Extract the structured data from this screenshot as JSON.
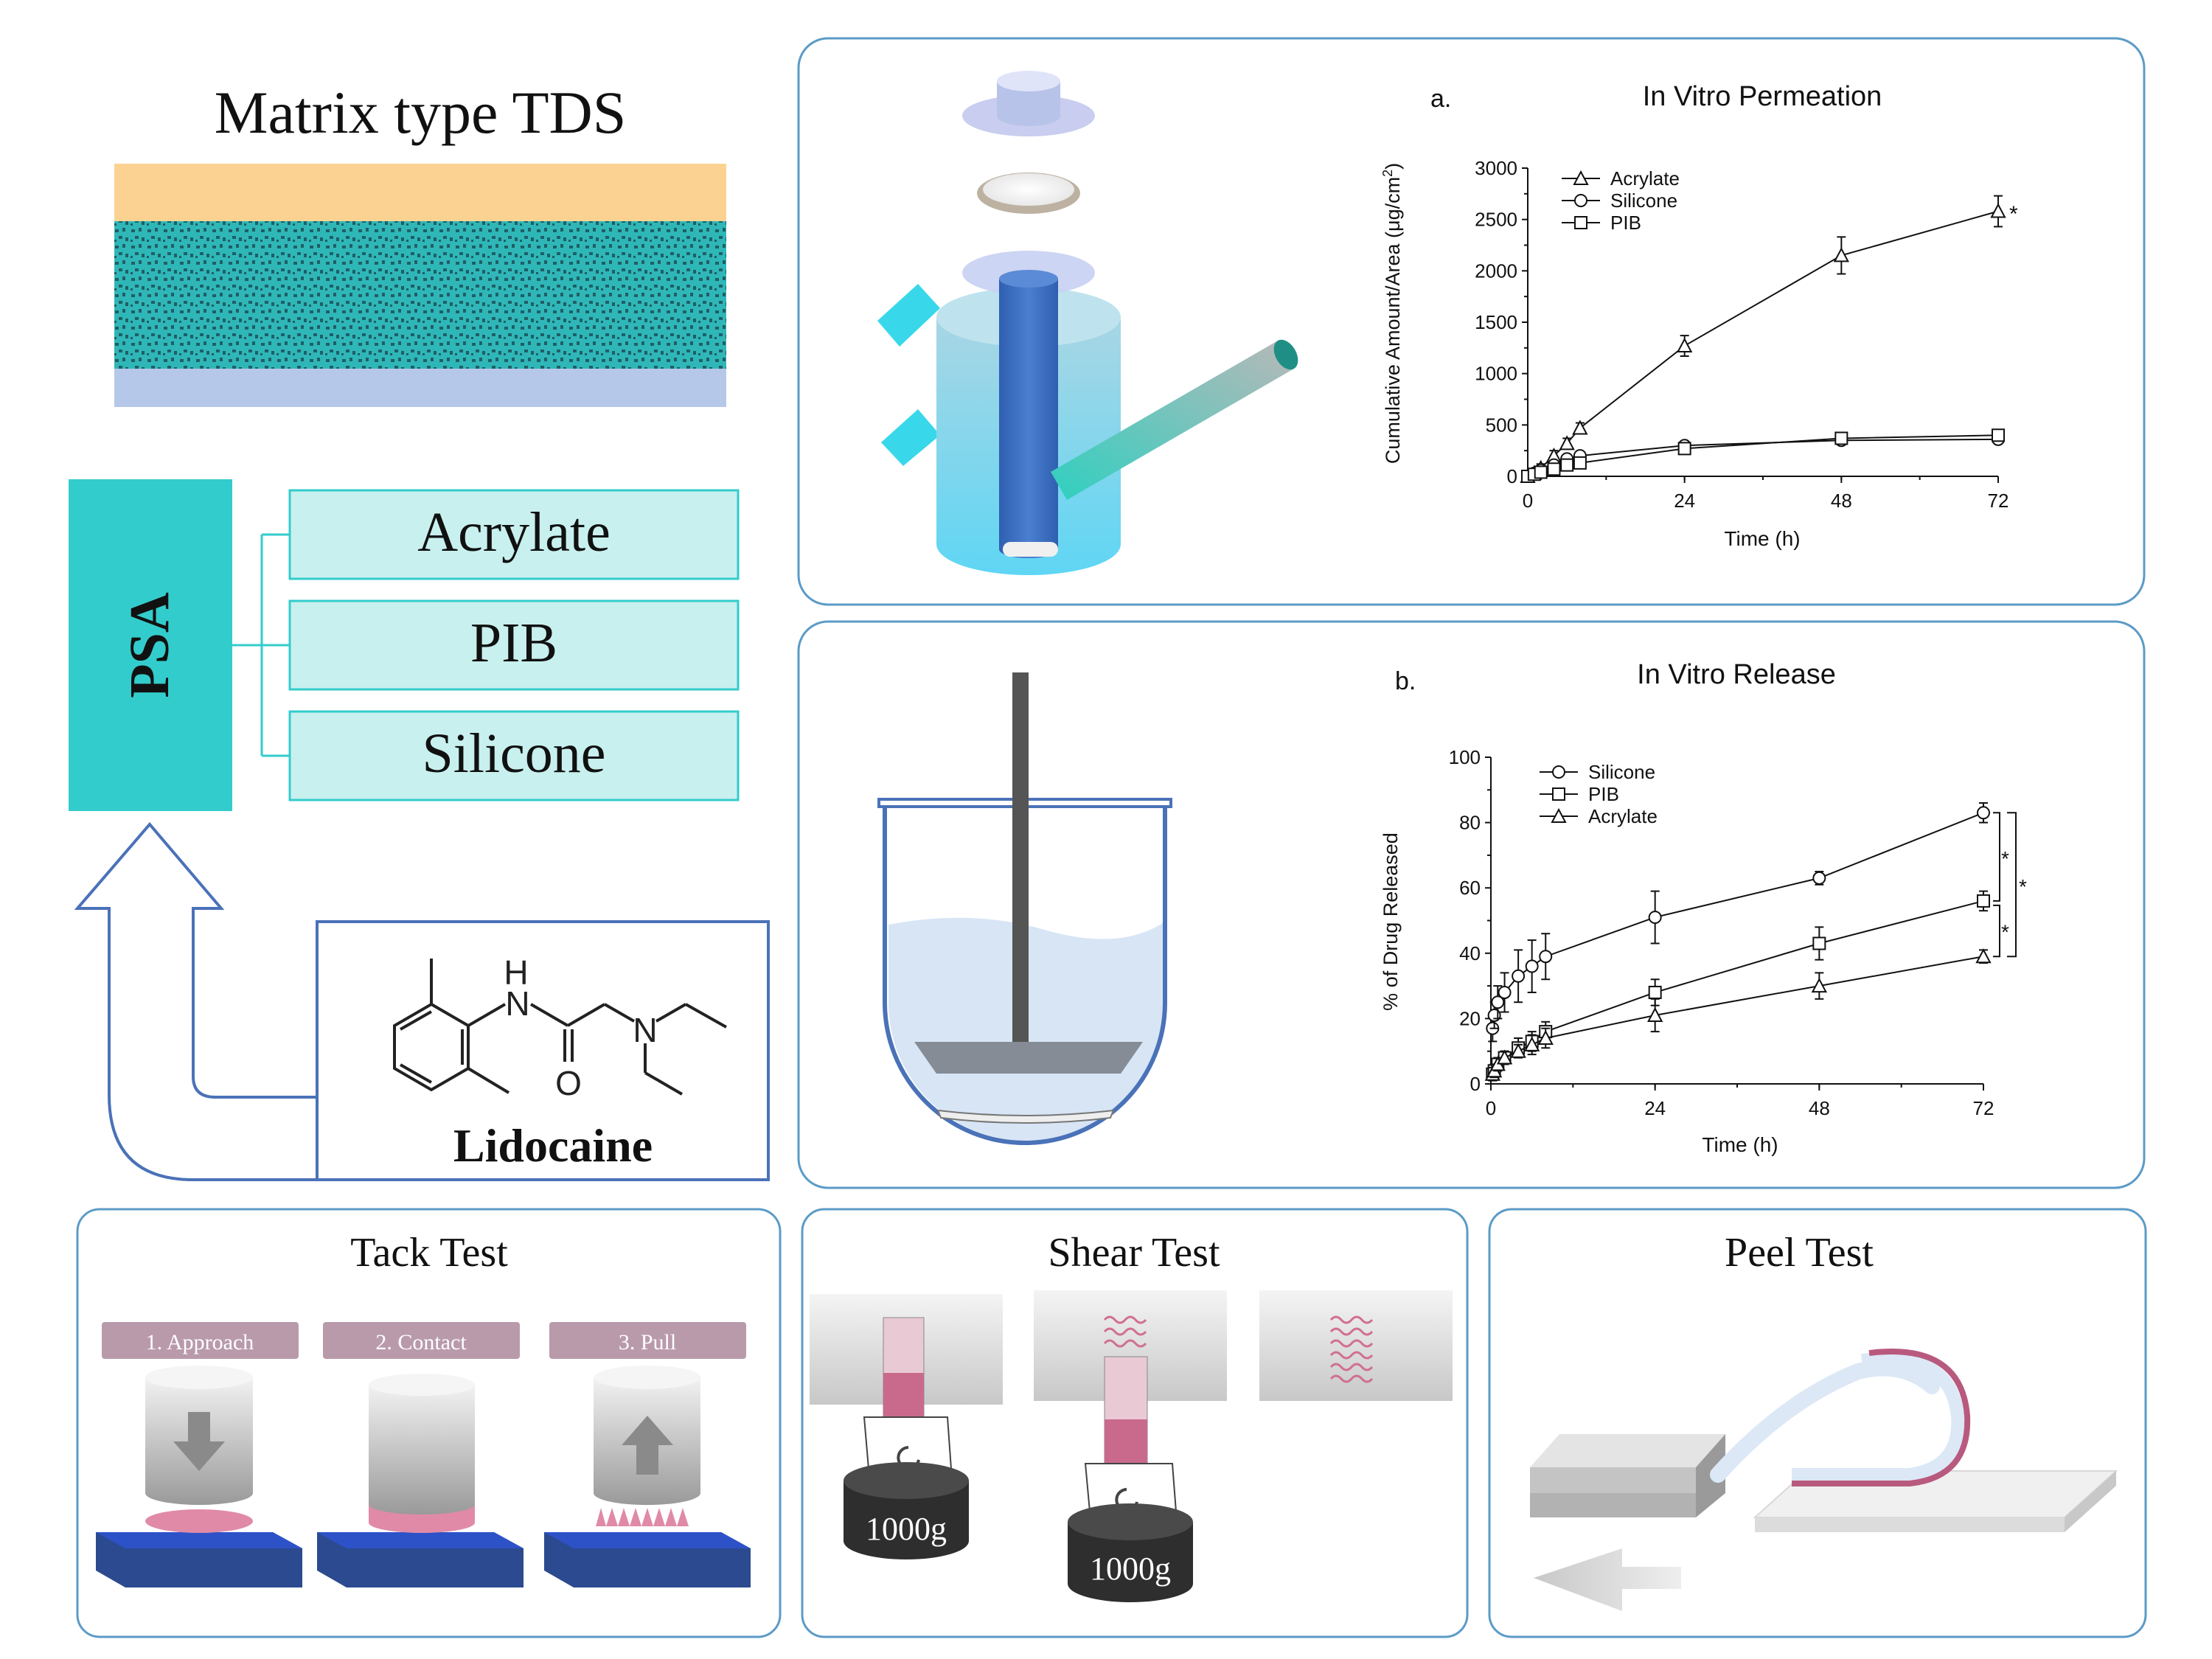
{
  "matrix": {
    "title": "Matrix type TDS",
    "colors": {
      "backing": "#fcd293",
      "matrix": "#2fb7b8",
      "liner": "#b6c8ea"
    }
  },
  "psa": {
    "label": "PSA",
    "options": [
      "Acrylate",
      "PIB",
      "Silicone"
    ],
    "colors": {
      "box": "#33cccc",
      "option_fill": "#c8f0ee",
      "option_border": "#33cccc"
    }
  },
  "lidocaine": {
    "name": "Lidocaine",
    "atoms": {
      "nh_h": "H",
      "nh_n": "N",
      "amine_n": "N",
      "oxygen": "O"
    }
  },
  "arrow_color": "#4a72b8",
  "permeation": {
    "panel_letter": "a.",
    "chart_data": {
      "type": "line",
      "title": "In Vitro Permeation",
      "xlabel": "Time (h)",
      "ylabel_main": "Cumulative Amount/Area (",
      "ylabel_unit": "μg/cm",
      "ylabel_sup": "2",
      "ylabel_end": ")",
      "xlim": [
        0,
        72
      ],
      "ylim": [
        0,
        3000
      ],
      "xticks": [
        0,
        24,
        48,
        72
      ],
      "yticks": [
        0,
        500,
        1000,
        1500,
        2000,
        2500,
        3000
      ],
      "legend_position": "top-left",
      "series": [
        {
          "name": "Acrylate",
          "marker": "triangle",
          "x": [
            0,
            1,
            2,
            4,
            6,
            8,
            24,
            48,
            72
          ],
          "y": [
            0,
            30,
            80,
            200,
            320,
            470,
            1270,
            2150,
            2580
          ],
          "err": [
            30,
            40,
            40,
            50,
            50,
            50,
            100,
            180,
            150
          ]
        },
        {
          "name": "Silicone",
          "marker": "circle",
          "x": [
            0,
            1,
            2,
            4,
            6,
            8,
            24,
            48,
            72
          ],
          "y": [
            0,
            30,
            60,
            110,
            170,
            200,
            300,
            350,
            360
          ],
          "err": [
            20,
            20,
            20,
            20,
            20,
            20,
            30,
            30,
            30
          ]
        },
        {
          "name": "PIB",
          "marker": "square",
          "x": [
            0,
            1,
            2,
            4,
            6,
            8,
            24,
            48,
            72
          ],
          "y": [
            0,
            20,
            40,
            70,
            110,
            130,
            270,
            370,
            400
          ],
          "err": [
            20,
            20,
            20,
            20,
            20,
            20,
            30,
            30,
            30
          ]
        }
      ],
      "annotations": [
        "*"
      ]
    }
  },
  "release": {
    "panel_letter": "b.",
    "chart_data": {
      "type": "line",
      "title": "In Vitro Release",
      "xlabel": "Time (h)",
      "ylabel": "% of Drug Released",
      "xlim": [
        0,
        72
      ],
      "ylim": [
        0,
        100
      ],
      "xticks": [
        0,
        24,
        48,
        72
      ],
      "yticks": [
        0,
        20,
        40,
        60,
        80,
        100
      ],
      "legend_position": "top-left",
      "series": [
        {
          "name": "Silicone",
          "marker": "circle",
          "x": [
            0.25,
            0.5,
            1,
            2,
            4,
            6,
            8,
            24,
            48,
            72
          ],
          "y": [
            17,
            21,
            25,
            28,
            33,
            36,
            39,
            51,
            63,
            83
          ],
          "err": [
            4,
            4,
            5,
            6,
            8,
            8,
            7,
            8,
            2,
            3
          ]
        },
        {
          "name": "PIB",
          "marker": "square",
          "x": [
            0.25,
            0.5,
            1,
            2,
            4,
            6,
            8,
            24,
            48,
            72
          ],
          "y": [
            3,
            4,
            6,
            8,
            11,
            13,
            16,
            28,
            43,
            56
          ],
          "err": [
            2,
            2,
            2,
            2,
            3,
            3,
            3,
            4,
            5,
            3
          ]
        },
        {
          "name": "Acrylate",
          "marker": "triangle",
          "x": [
            0.25,
            0.5,
            1,
            2,
            4,
            6,
            8,
            24,
            48,
            72
          ],
          "y": [
            3,
            4,
            6,
            8,
            10,
            12,
            14,
            21,
            30,
            39
          ],
          "err": [
            2,
            2,
            2,
            2,
            2,
            3,
            3,
            5,
            4,
            2
          ]
        }
      ],
      "annotations": [
        "*",
        "*",
        "*"
      ]
    }
  },
  "tack": {
    "title": "Tack Test",
    "steps": [
      "1. Approach",
      "2. Contact",
      "3. Pull"
    ]
  },
  "shear": {
    "title": "Shear Test",
    "weights": [
      "1000g",
      "1000g"
    ]
  },
  "peel": {
    "title": "Peel Test"
  }
}
